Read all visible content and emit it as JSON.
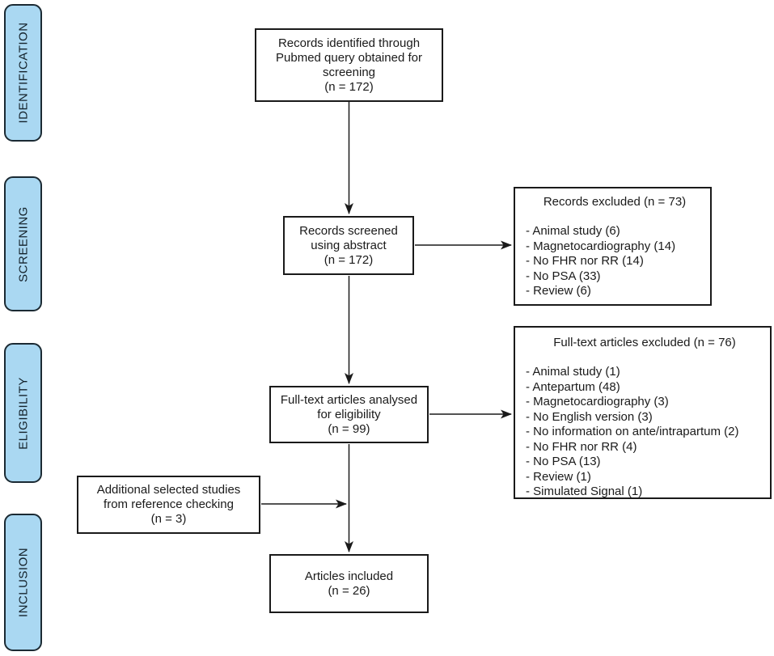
{
  "diagram": {
    "type": "prisma-flow",
    "colors": {
      "stage_fill": "#aad8f2",
      "stage_border": "#1b2a33",
      "box_border": "#1a1a1a",
      "text": "#1a1a1a",
      "arrow": "#1a1a1a",
      "background": "#ffffff"
    }
  },
  "sidebar": {
    "stages": [
      {
        "id": "identification",
        "label": "IDENTIFICATION"
      },
      {
        "id": "screening",
        "label": "SCREENING"
      },
      {
        "id": "eligibility",
        "label": "ELIGIBILITY"
      },
      {
        "id": "inclusion",
        "label": "INCLUSION"
      }
    ]
  },
  "boxes": {
    "records_identified": {
      "text": "Records identified through\nPubmed query obtained for\nscreening\n(n = 172)",
      "count": 172
    },
    "records_screened": {
      "text": "Records screened\nusing abstract\n(n = 172)",
      "count": 172
    },
    "records_excluded": {
      "title": "Records excluded (n = 73)",
      "count": 73,
      "items": [
        "- Animal study (6)",
        "- Magnetocardiography (14)",
        "- No FHR nor RR (14)",
        "- No PSA (33)",
        "- Review (6)"
      ]
    },
    "fulltext_analysed": {
      "text": "Full-text articles analysed\nfor eligibility\n(n = 99)",
      "count": 99
    },
    "fulltext_excluded": {
      "title": "Full-text articles excluded (n = 76)",
      "count": 76,
      "items": [
        "- Animal study (1)",
        "- Antepartum (48)",
        "- Magnetocardiography (3)",
        "- No English version (3)",
        "- No information on ante/intrapartum (2)",
        "- No FHR nor RR (4)",
        "- No PSA (13)",
        "- Review (1)",
        "- Simulated Signal (1)"
      ]
    },
    "additional_studies": {
      "text": "Additional selected studies\nfrom reference checking\n(n = 3)",
      "count": 3
    },
    "articles_included": {
      "text": "Articles included\n(n = 26)",
      "count": 26
    }
  }
}
